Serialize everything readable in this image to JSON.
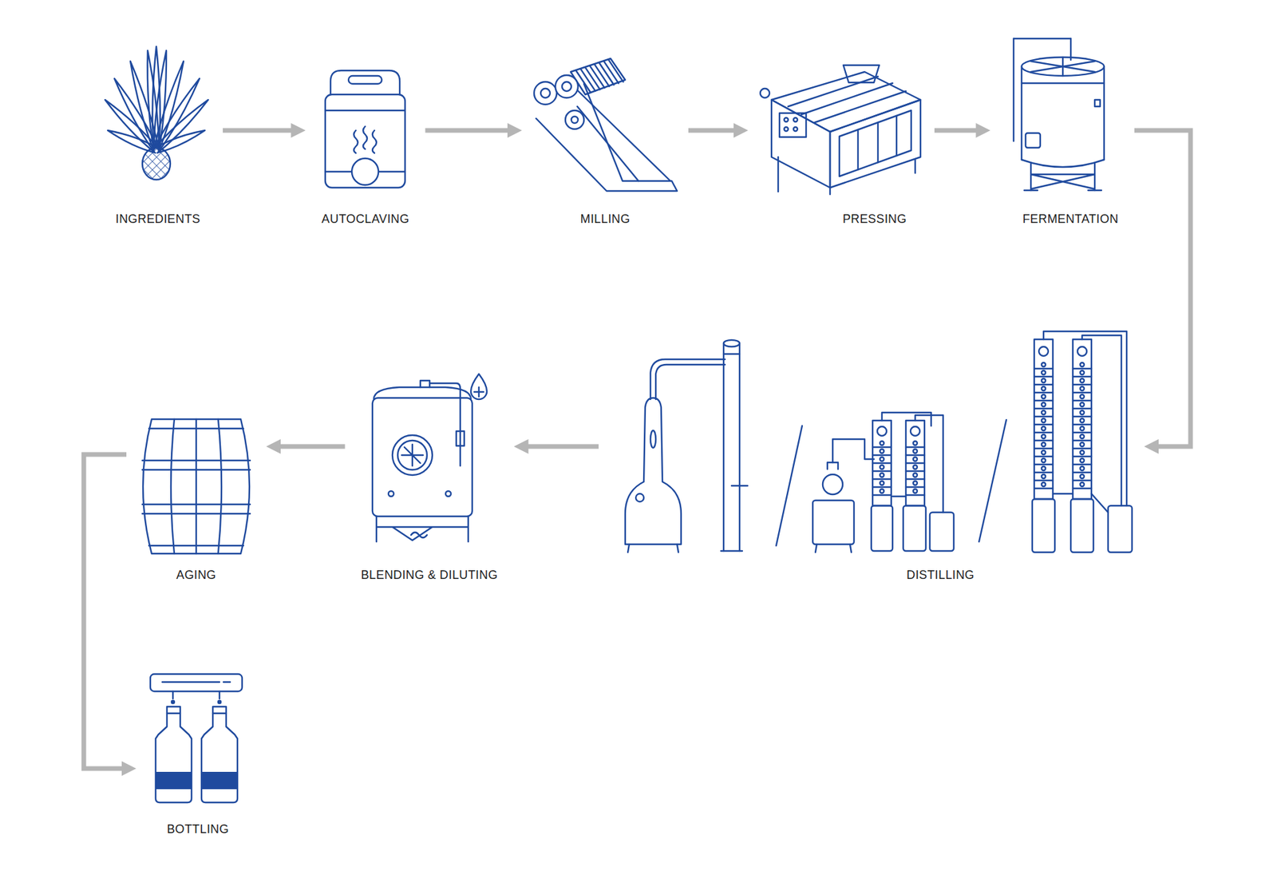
{
  "diagram": {
    "nodes": [
      {
        "text": [
          "INGREDIENTS"
        ]
      },
      {
        "text": [
          "AUTOCLAVING"
        ]
      },
      {
        "text": [
          "MILLING"
        ]
      },
      {
        "text": [
          "PRESSING"
        ]
      },
      {
        "text": [
          "FERMENTATION"
        ]
      },
      {
        "text": [
          "DISTILLING"
        ]
      },
      {
        "text": [
          "BLENDING & DILUTING"
        ]
      },
      {
        "text": [
          "AGING"
        ]
      },
      {
        "text": [
          "BOTTLING"
        ]
      }
    ],
    "edges": [
      {
        "from": 0,
        "to": 1,
        "arrow": "to"
      },
      {
        "from": 1,
        "to": 2,
        "arrow": "to"
      },
      {
        "from": 2,
        "to": 3,
        "arrow": "to"
      },
      {
        "from": 3,
        "to": 4,
        "arrow": "to"
      },
      {
        "from": 4,
        "to": 5,
        "arrow": "to"
      },
      {
        "from": 5,
        "to": 6,
        "arrow": "to"
      },
      {
        "from": 6,
        "to": 7,
        "arrow": "to"
      },
      {
        "from": 7,
        "to": 8,
        "arrow": "to"
      }
    ]
  }
}
